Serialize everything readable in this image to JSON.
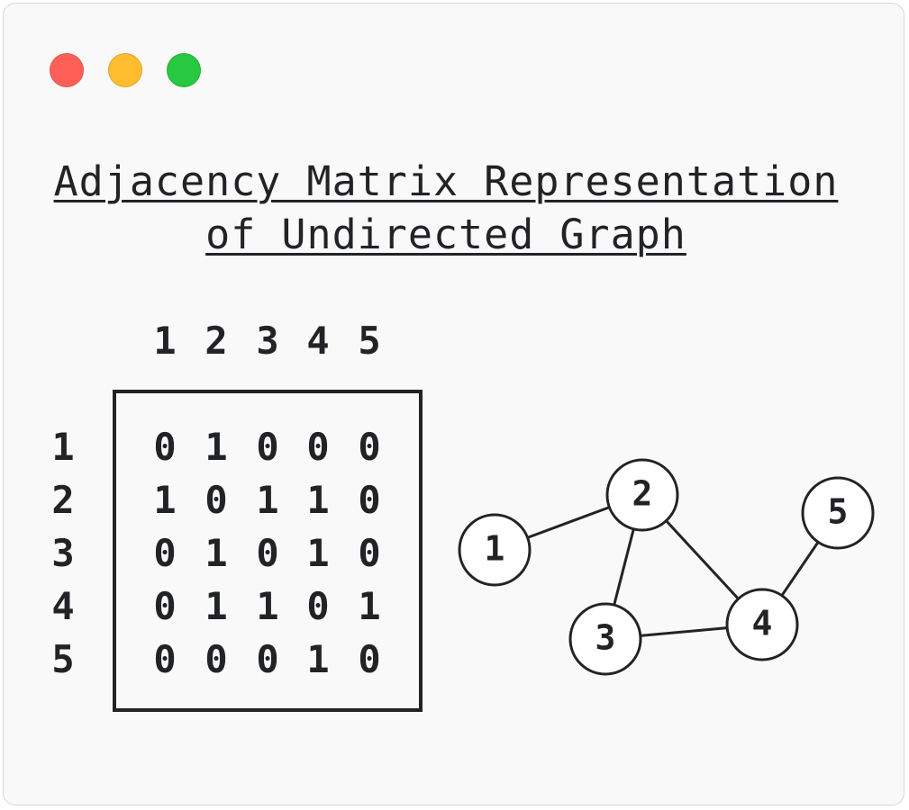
{
  "window": {
    "controls": [
      {
        "name": "close-button",
        "color": "#ff5f57"
      },
      {
        "name": "minimize-button",
        "color": "#febc2e"
      },
      {
        "name": "zoom-button",
        "color": "#28c840"
      }
    ]
  },
  "title": {
    "line1": "Adjacency Matrix Representation",
    "line2": "of Undirected Graph"
  },
  "matrix": {
    "column_headers": [
      "1",
      "2",
      "3",
      "4",
      "5"
    ],
    "row_headers": [
      "1",
      "2",
      "3",
      "4",
      "5"
    ],
    "rows": [
      [
        "0",
        "1",
        "0",
        "0",
        "0"
      ],
      [
        "1",
        "0",
        "1",
        "1",
        "0"
      ],
      [
        "0",
        "1",
        "0",
        "1",
        "0"
      ],
      [
        "0",
        "1",
        "1",
        "0",
        "1"
      ],
      [
        "0",
        "0",
        "0",
        "1",
        "0"
      ]
    ]
  },
  "graph": {
    "nodes": [
      "1",
      "2",
      "3",
      "4",
      "5"
    ],
    "edges": [
      [
        "1",
        "2"
      ],
      [
        "2",
        "3"
      ],
      [
        "2",
        "4"
      ],
      [
        "3",
        "4"
      ],
      [
        "4",
        "5"
      ]
    ]
  }
}
